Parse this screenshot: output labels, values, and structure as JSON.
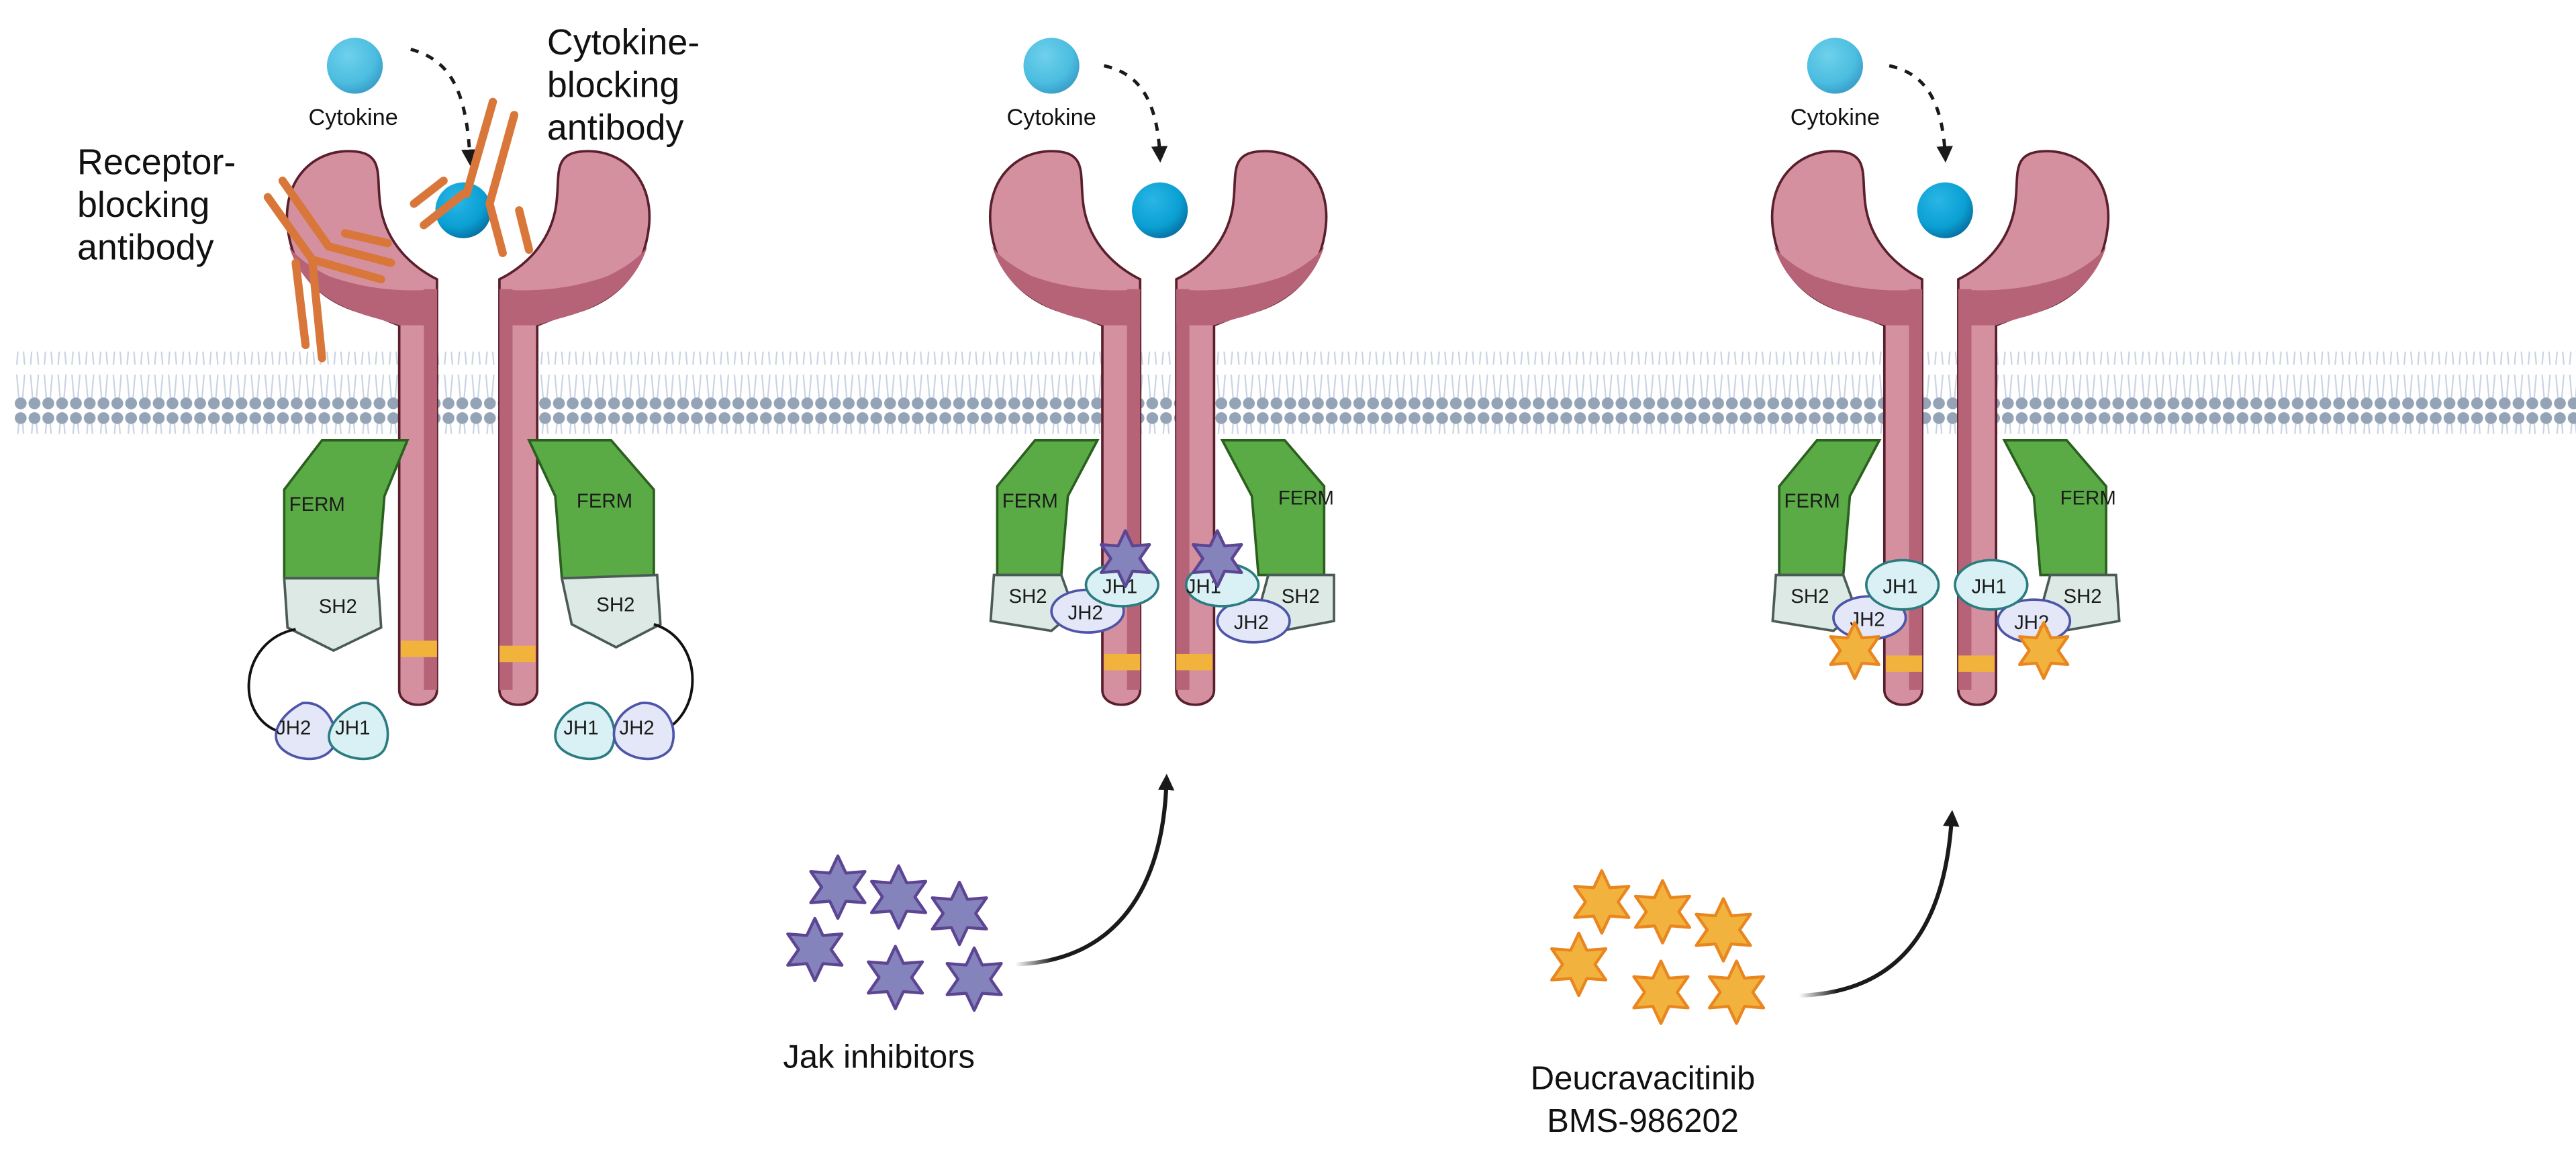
{
  "title": "Cytokine receptor / JAK signaling blockade mechanisms",
  "colors": {
    "receptor": "#d4909f",
    "receptor_dark": "#b66377",
    "receptor_outline": "#5a1f2c",
    "cytokine_light": "#4bbde0",
    "cytokine_bound": "#0a9fd2",
    "antibody": "#d9773a",
    "ferm": "#5aab45",
    "ferm_outline": "#2b5f1f",
    "sh2": "#dce9e5",
    "sh2_outline": "#4a5a55",
    "jh1": "#d9f1f4",
    "jh1_outline": "#2b7c80",
    "jh2": "#e4e7f7",
    "jh2_outline": "#4d55a8",
    "membrane_head": "#95a3b7",
    "membrane_tail": "#c9d3e3",
    "jak_inhibitor": "#8583bb",
    "jak_inhibitor_outline": "#5c4593",
    "tyk2_inhibitor": "#f1b33d",
    "tyk2_inhibitor_outline": "#e9861f",
    "phospho_site": "#f2b33d"
  },
  "panels": [
    {
      "id": "antibodies",
      "cytokine_label": "Cytokine",
      "labels": {
        "cytokine_blocking": [
          "Cytokine-",
          "blocking",
          "antibody"
        ],
        "receptor_blocking": [
          "Receptor-",
          "blocking",
          "antibody"
        ]
      },
      "domains": {
        "ferm": "FERM",
        "sh2": "SH2",
        "jh1": "JH1",
        "jh2": "JH2"
      }
    },
    {
      "id": "jak-inhibitors",
      "cytokine_label": "Cytokine",
      "drug_label": [
        "Jak inhibitors"
      ],
      "drug_count": 6,
      "domains": {
        "ferm": "FERM",
        "sh2": "SH2",
        "jh1": "JH1",
        "jh2": "JH2"
      }
    },
    {
      "id": "deucravacitinib",
      "cytokine_label": "Cytokine",
      "drug_label": [
        "Deucravacitinib",
        "BMS-986202"
      ],
      "drug_count": 6,
      "domains": {
        "ferm": "FERM",
        "sh2": "SH2",
        "jh1": "JH1",
        "jh2": "JH2"
      }
    }
  ]
}
